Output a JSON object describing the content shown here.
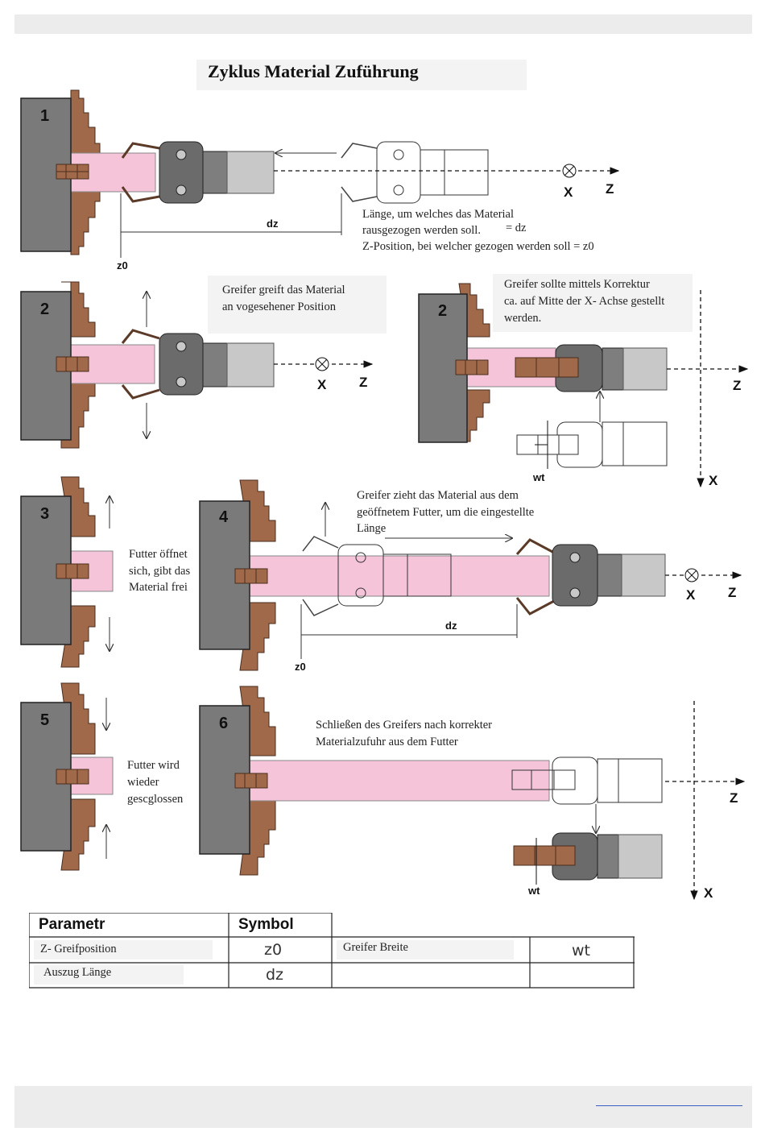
{
  "title": "Zyklus Material Zuführung",
  "steps": {
    "s1": "1",
    "s2a": "2",
    "s2b": "2",
    "s3": "3",
    "s4": "4",
    "s5": "5",
    "s6": "6"
  },
  "labels": {
    "dz": "dz",
    "z0": "z0",
    "wt": "wt",
    "x": "X",
    "z": "Z"
  },
  "notes": {
    "step1": [
      "Länge, um welches das Material",
      "rausgezogen werden soll.",
      "= dz",
      "Z-Position, bei welcher gezogen werden soll = z0"
    ],
    "step2a": [
      "Greifer greift das Material",
      "an vogesehener Position"
    ],
    "step2b": [
      "Greifer sollte mittels Korrektur",
      "ca. auf Mitte der X- Achse gestellt",
      "werden."
    ],
    "step3": [
      "Futter öffnet",
      "sich, gibt das",
      "Material frei"
    ],
    "step4": [
      "Greifer zieht das Material aus dem",
      "geöffnetem Futter, um die eingestellte",
      "Länge"
    ],
    "step5": [
      "Futter wird",
      "wieder",
      "gescglossen"
    ],
    "step6": [
      "Schließen des Greifers nach korrekter",
      "Materialzufuhr aus dem Futter"
    ]
  },
  "table": {
    "header_param": "Parametr",
    "header_symbol": "Symbol",
    "rows": [
      {
        "param": "Z- Greifposition",
        "symbol": "z0",
        "param2": "Greifer Breite",
        "symbol2": "wt"
      },
      {
        "param": "Auszug Länge",
        "symbol": "dz",
        "param2": "",
        "symbol2": ""
      }
    ]
  },
  "colors": {
    "chuck": "#7a7a7a",
    "jaw": "#a0694a",
    "material": "#f5c4d8",
    "gripper": "#6b6b6b",
    "gripper_light": "#c8c8c8"
  }
}
